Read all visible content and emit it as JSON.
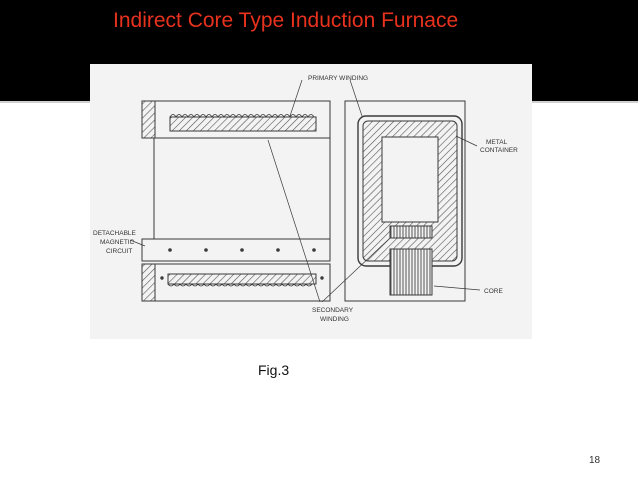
{
  "slide": {
    "title": "Indirect Core Type Induction Furnace",
    "caption": "Fig.3",
    "page_number": "18"
  },
  "diagram": {
    "labels": {
      "primary_winding": "PRIMARY WINDING",
      "metal_container_1": "METAL",
      "metal_container_2": "CONTAINER",
      "detachable_1": "DETACHABLE",
      "detachable_2": "MAGNETIC",
      "detachable_3": "CIRCUIT",
      "core": "CORE",
      "secondary_1": "SECONDARY",
      "secondary_2": "WINDING"
    }
  },
  "colors": {
    "title_text": "#e8321e",
    "title_background": "#000000",
    "diagram_background": "#f3f3f3",
    "line_art": "#3a3a3a"
  }
}
